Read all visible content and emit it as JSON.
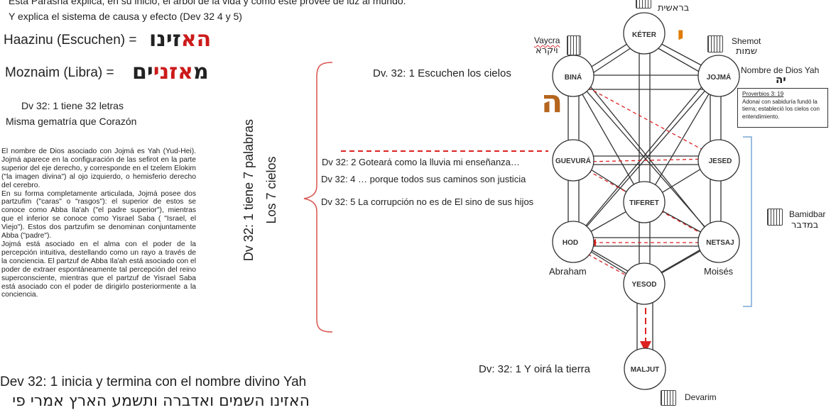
{
  "header": {
    "line1": "Esta Parashá explica, en su inicio, el árbol de la vida y como este provee de luz al mundo.",
    "line2": "Y explica el sistema de causa y efecto (Dev 32 4 y 5)"
  },
  "haazinu": {
    "label": "Haazinu (Escuchen) =",
    "heb_red": "הא",
    "heb_black": "זינו"
  },
  "moznaim": {
    "label": "Moznaim (Libra) =",
    "heb_black1": "מ",
    "heb_red": "אזני",
    "heb_black2": "ים"
  },
  "letters": {
    "line1": "Dv 32: 1 tiene 32 letras",
    "line2": "Misma gematría que Corazón"
  },
  "paragraph": {
    "p1": "El nombre de Dios asociado con Jojmá es Yah (Yud-Hei). Jojmá aparece en la configuración de las sefirot en la parte superior del eje derecho, y corresponde en el tzelem Elokim (\"la imagen divina\") al ojo izquierdo, o hemisferio derecho del cerebro.",
    "p2": "En su forma completamente articulada, Jojmá posee dos partzufim (\"caras\" o \"rasgos\"): el superior de estos se conoce como Abba Ila'ah (\"el padre superior\"), mientras que el inferior se conoce como Yisrael Saba ( \"Israel, el Viejo\"). Estos dos partzufim se denominan conjuntamente Abba (\"padre\").",
    "p3": "Jojmá está asociado en el alma con el poder de la percepción intuitiva, destellando como un rayo a través de la conciencia. El partzuf de Abba Ila'ah está asociado con el poder de extraer espontáneamente tal percepción del reino superconsciente, mientras que el partzuf de Yisrael Saba está asociado con el poder de dirigirlo posteriormente a la conciencia."
  },
  "vertical": {
    "line1": "Dv 32: 1 tiene 7 palabras",
    "line2": "Los 7 cielos"
  },
  "verses": {
    "heavens": "Dv. 32: 1 Escuchen los cielos",
    "v2": "Dv 32: 2 Goteará como la lluvia mi enseñanza…",
    "v4": "Dv 32: 4 … porque todos sus caminos son justicia",
    "v5": "Dv 32: 5 La corrupción no es de El sino de sus hijos",
    "earth": "Dv: 32: 1 Y oirá la tierra"
  },
  "bottom": {
    "line": "Dev 32: 1 inicia y termina con el nombre divino Yah",
    "hebrew": "האזינו השמים ואדברה ותשמע הארץ אמרי פי"
  },
  "god_name": {
    "label": "Nombre de Dios Yah",
    "heb": "יה"
  },
  "proverbios": {
    "title": "Proverbios 3: 19",
    "text": "Adonai con sabiduría fundó la tierra; estableció los cielos con entendimiento."
  },
  "books": {
    "bereshit": {
      "heb": "בראשית"
    },
    "vaycra": {
      "label": "Vaycra",
      "heb": "ויקרא"
    },
    "shemot": {
      "label": "Shemot",
      "heb": "שמות"
    },
    "bamidbar": {
      "label": "Bamidbar",
      "heb": "במדבר"
    },
    "devarim": {
      "label": "Devarim"
    }
  },
  "sefirot": {
    "keter": "KÉTER",
    "bina": "BINÁ",
    "jojma": "JOJMÁ",
    "guevura": "GUEVURÁ",
    "jesed": "JESED",
    "tiferet": "TIFERET",
    "hod": "HOD",
    "netsaj": "NETSAJ",
    "yesod": "YESOD",
    "maljut": "MALJUT"
  },
  "people": {
    "abraham": "Abraham",
    "moises": "Moisés"
  },
  "letters_heb": {
    "yud": "י",
    "hei": "ה"
  },
  "colors": {
    "accent_red": "#cc1a1a",
    "bracket_red": "#d9534f",
    "bracket_blue": "#7aa7d6",
    "arrow_red": "#dd2222",
    "hei_brown": "#b5651d",
    "yud_orange": "#e07b00"
  }
}
